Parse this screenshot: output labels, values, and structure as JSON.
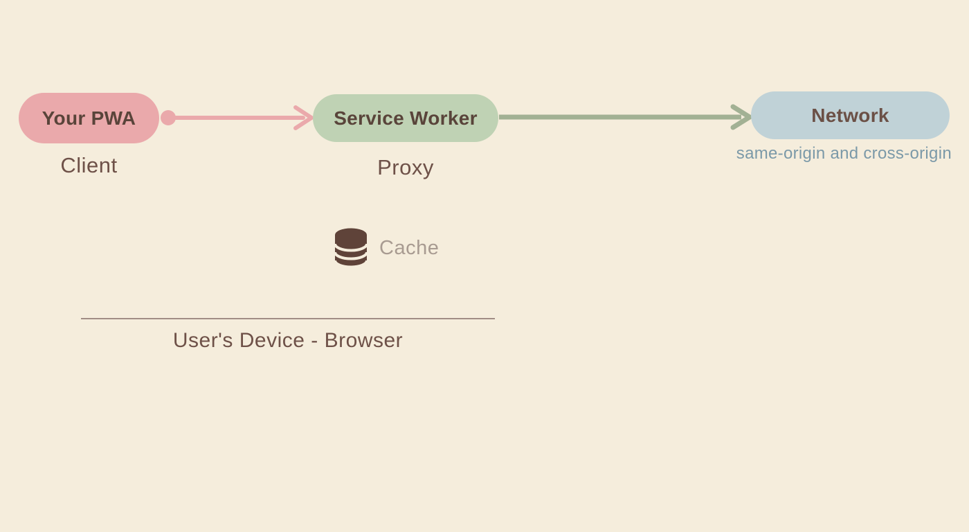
{
  "colors": {
    "background": "#f5eddc",
    "pink": "#eaa9ab",
    "green_pill": "#bfd2b4",
    "green_arrow": "#a2b194",
    "blue_pill": "#c0d2d7",
    "pill_label": "#59443a",
    "network_label": "#6b5046",
    "sublabel": "#6e5148",
    "origin_label": "#7b99a8",
    "cache_icon": "#5f4339",
    "cache_label": "#a89b91",
    "divider": "#a18d85"
  },
  "nodes": {
    "pwa": {
      "label": "Your PWA",
      "sublabel": "Client"
    },
    "service_worker": {
      "label": "Service Worker",
      "sublabel": "Proxy"
    },
    "network": {
      "label": "Network",
      "sublabel": "same-origin and cross-origin"
    }
  },
  "edges": [
    {
      "from": "Your PWA",
      "to": "Service Worker",
      "color": "pink",
      "start": "dot",
      "end": "arrowhead"
    },
    {
      "from": "Service Worker",
      "to": "Network",
      "color": "green",
      "end": "arrowhead"
    }
  ],
  "cache": {
    "icon": "database-icon",
    "label": "Cache"
  },
  "device_boundary": {
    "label": "User's Device - Browser"
  }
}
